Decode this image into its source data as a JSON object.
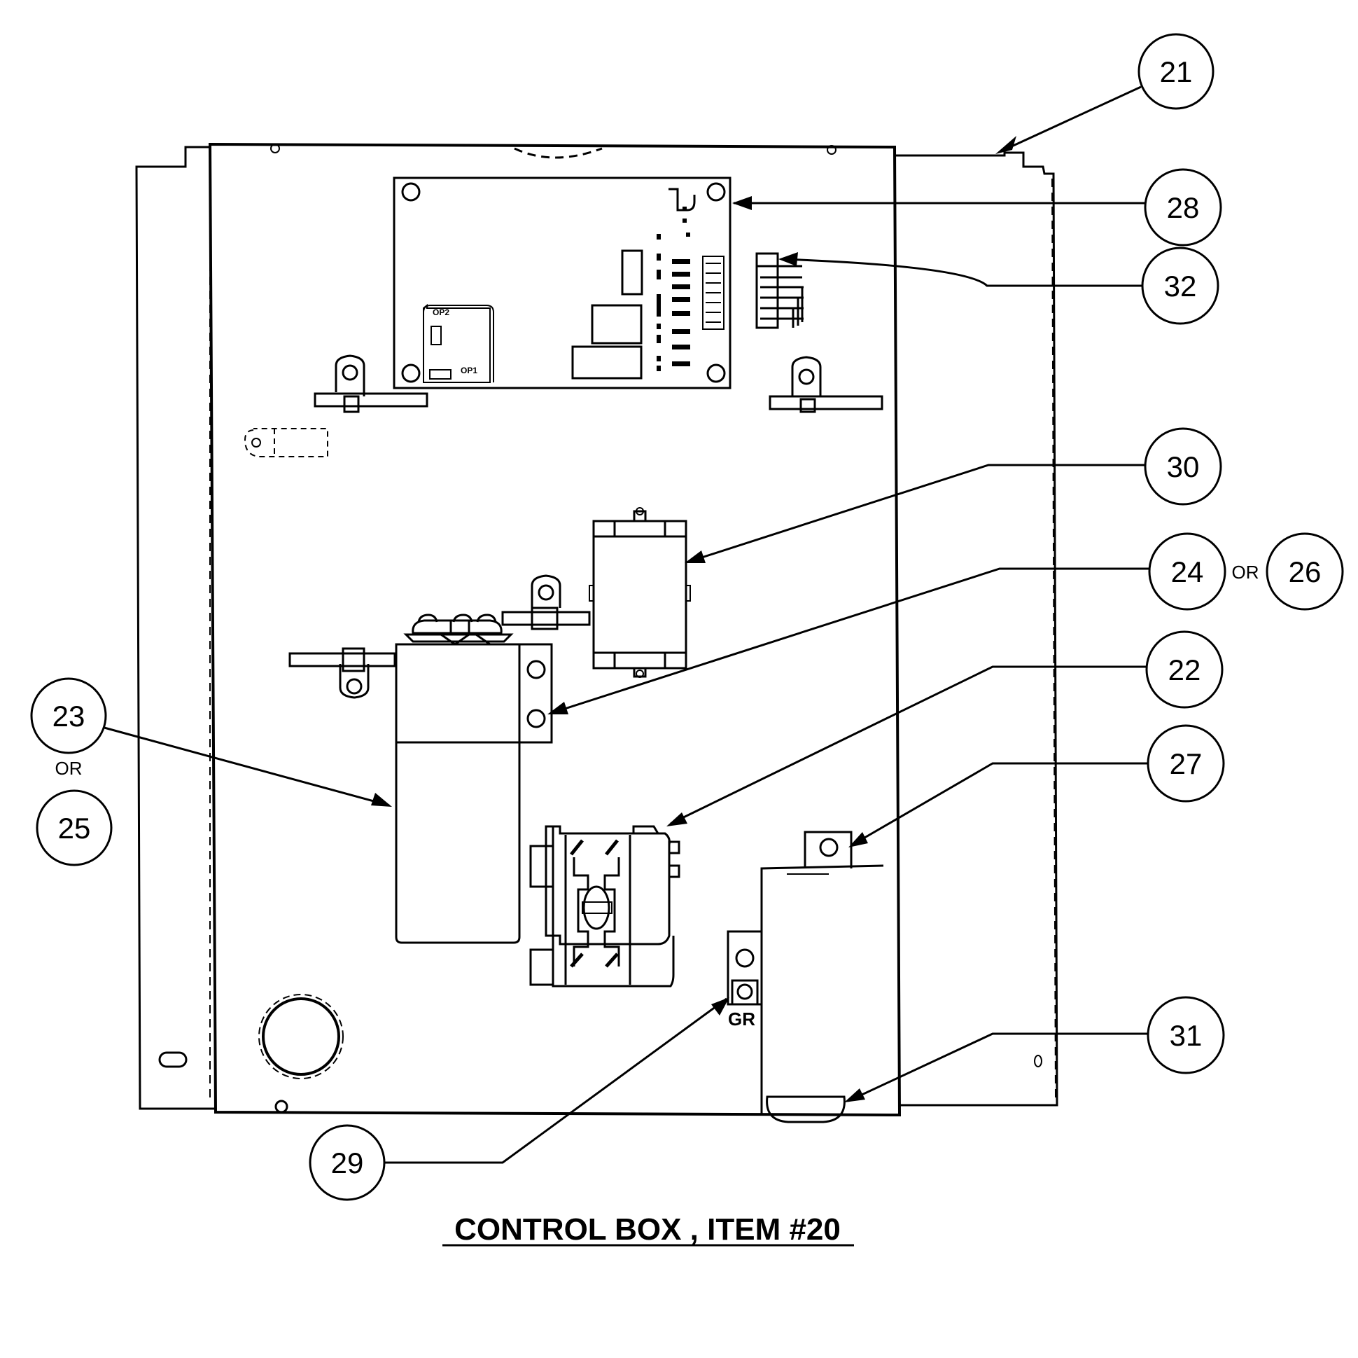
{
  "title": "CONTROL BOX , ITEM #20",
  "callouts": [
    {
      "id": "c21",
      "label": "21"
    },
    {
      "id": "c28",
      "label": "28"
    },
    {
      "id": "c32",
      "label": "32"
    },
    {
      "id": "c30",
      "label": "30"
    },
    {
      "id": "c24",
      "label": "24"
    },
    {
      "id": "c26",
      "label": "26"
    },
    {
      "id": "c22",
      "label": "22"
    },
    {
      "id": "c27",
      "label": "27"
    },
    {
      "id": "c31",
      "label": "31"
    },
    {
      "id": "c23",
      "label": "23"
    },
    {
      "id": "c25",
      "label": "25"
    },
    {
      "id": "c29",
      "label": "29"
    }
  ],
  "or_labels": {
    "right": "OR",
    "left": "OR"
  },
  "board_labels": {
    "op2": "OP2",
    "op1": "OP1",
    "gr": "GR"
  },
  "colors": {
    "ink": "#000000",
    "paper": "#ffffff"
  }
}
